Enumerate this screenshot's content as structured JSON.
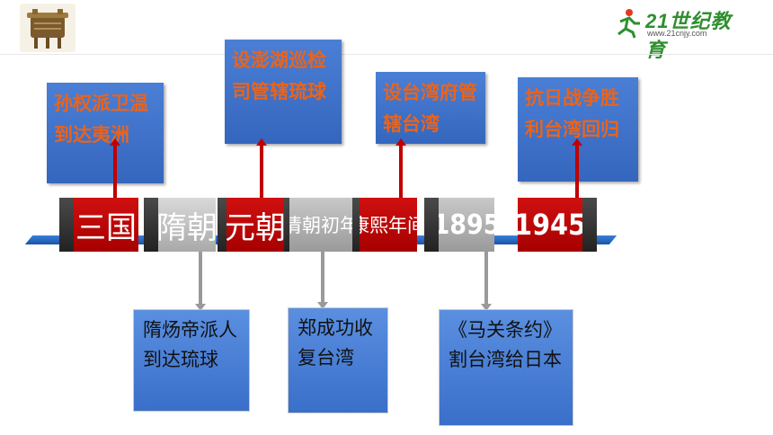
{
  "brand": {
    "logo_text": "21世纪教育",
    "logo_sub": "www.21cnjy.com"
  },
  "timeline": {
    "eras": [
      {
        "label": "三国"
      },
      {
        "label": "隋朝"
      },
      {
        "label": "元朝"
      },
      {
        "label": "清朝初年"
      },
      {
        "label": "康熙年间"
      },
      {
        "label": "1895"
      },
      {
        "label": "1945"
      }
    ],
    "top_events": [
      {
        "era": "三国",
        "text": "孙权派卫温到达夷洲"
      },
      {
        "era": "元朝",
        "text": "设澎湖巡检司管辖琉球"
      },
      {
        "era": "康熙年间",
        "text": "设台湾府管辖台湾"
      },
      {
        "era": "1945",
        "text": "抗日战争胜利台湾回归"
      }
    ],
    "bottom_events": [
      {
        "era": "隋朝",
        "text": "隋炀帝派人到达琉球"
      },
      {
        "era": "清朝初年",
        "text": "郑成功收复台湾"
      },
      {
        "era": "1895",
        "text": "《马关条约》割台湾给日本"
      }
    ]
  },
  "colors": {
    "red": "#c00000",
    "blue": "#3a6fca",
    "orange_text": "#e9641c",
    "gray": "#a9a9a9"
  }
}
